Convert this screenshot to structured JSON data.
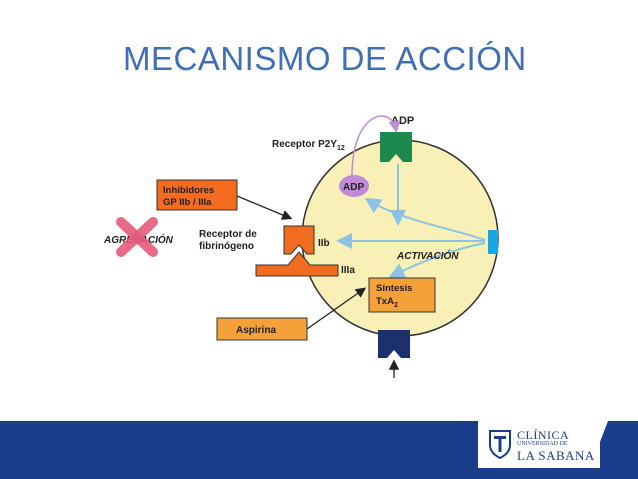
{
  "slide": {
    "title": "MECANISMO DE ACCIÓN"
  },
  "diagram": {
    "labels": {
      "receptor_p2y": "Receptor P2Y",
      "receptor_p2y_sub": "12",
      "adp_top": "ADP",
      "adp_inner": "ADP",
      "inhibidores_line1": "Inhibidores",
      "inhibidores_line2": "GP IIb / IIIa",
      "receptor_fib_line1": "Receptor de",
      "receptor_fib_line2": "fibrinógeno",
      "agregacion": "AGREGACIÓN",
      "iib": "IIb",
      "iiia": "IIIa",
      "activacion": "ACTIVACIÓN",
      "sintesis_line1": "Síntesis",
      "sintesis_txa": "TxA",
      "sintesis_txa_sub": "2",
      "aspirina": "Aspirina"
    },
    "colors": {
      "platelet_fill": "#f8f0b6",
      "receptor_green": "#1c8a4e",
      "adp_purple": "#c08ad8",
      "inhibitor_orange": "#f36b1e",
      "aspirin_orange": "#f5a13a",
      "blocker_pink": "#e65a7a",
      "receptor_navy": "#1e2f6e",
      "receptor_cyan": "#19a6e3",
      "arrow_blue": "#8ac3e6"
    }
  },
  "footer": {
    "logo_line1": "CLÍNICA",
    "logo_line2": "UNIVERSIDAD DE",
    "logo_line3": "LA SABANA",
    "band_color": "#1a3e8c"
  }
}
